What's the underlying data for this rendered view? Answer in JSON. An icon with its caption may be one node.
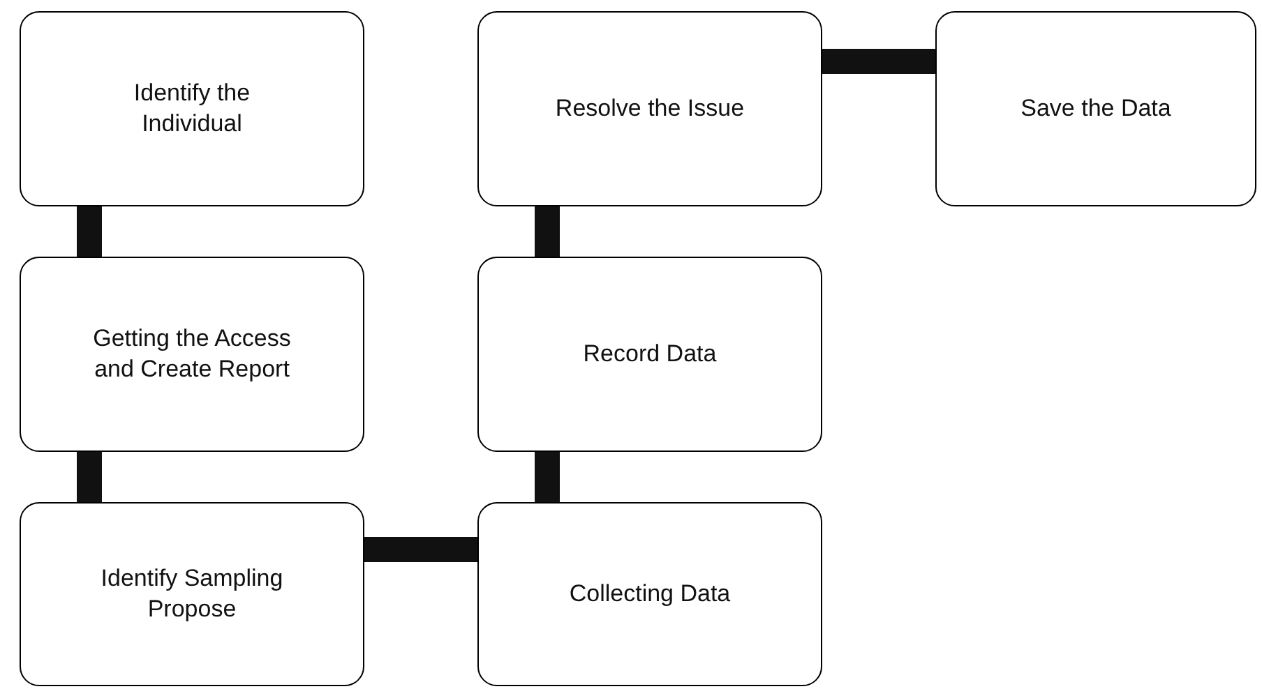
{
  "diagram": {
    "nodes": [
      {
        "text": [
          "Identify the Individual"
        ]
      },
      {
        "text": [
          "Resolve the Issue"
        ]
      },
      {
        "text": [
          "Save the Data"
        ]
      },
      {
        "text": [
          "Getting the Access and Create Report"
        ]
      },
      {
        "text": [
          "Record Data"
        ]
      },
      {
        "text": [
          "Identify Sampling Propose"
        ]
      },
      {
        "text": [
          "Collecting Data"
        ]
      }
    ],
    "edges": [
      {
        "from": 0,
        "to": 3,
        "arrow": "none"
      },
      {
        "from": 3,
        "to": 5,
        "arrow": "none"
      },
      {
        "from": 5,
        "to": 6,
        "arrow": "none"
      },
      {
        "from": 6,
        "to": 4,
        "arrow": "none"
      },
      {
        "from": 4,
        "to": 1,
        "arrow": "none"
      },
      {
        "from": 1,
        "to": 2,
        "arrow": "none"
      }
    ]
  }
}
